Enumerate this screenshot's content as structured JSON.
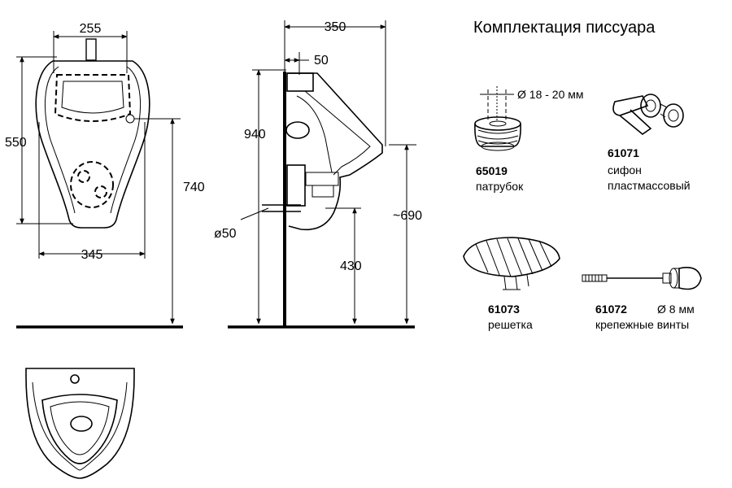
{
  "title": "Комплектация писсуара",
  "front_view": {
    "dim_top_width": "255",
    "dim_height": "550",
    "dim_bottom_width": "345",
    "dim_total_height": "740"
  },
  "side_view": {
    "dim_depth": "350",
    "dim_offset": "50",
    "dim_height": "940",
    "dim_pipe": "ø50",
    "dim_spout_height": "~690",
    "dim_inlet_height": "430"
  },
  "parts": [
    {
      "code": "65019",
      "name": "патрубок",
      "spec": "Ø 18 - 20 мм"
    },
    {
      "code": "61071",
      "name_line1": "сифон",
      "name_line2": "пластмассовый"
    },
    {
      "code": "61073",
      "name": "решетка"
    },
    {
      "code": "61072",
      "name": "крепежные винты",
      "spec": "Ø 8 мм"
    }
  ]
}
